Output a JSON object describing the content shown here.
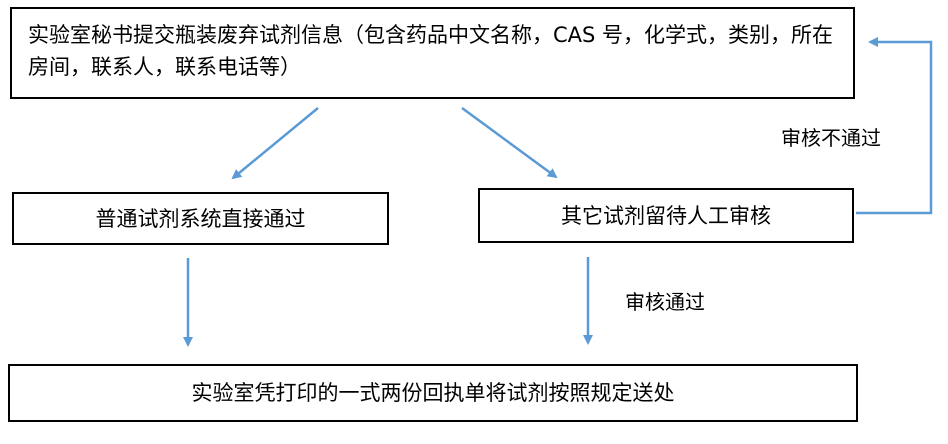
{
  "nodes": {
    "submit": "实验室秘书提交瓶装废弃试剂信息（包含药品中文名称，CAS 号，化学式，类别，所在房间，联系人，联系电话等）",
    "normal": "普通试剂系统直接通过",
    "other": "其它试剂留待人工审核",
    "print": "实验室凭打印的一式两份回执单将试剂按照规定送处"
  },
  "edges": {
    "reject_label": "审核不通过",
    "approve_label": "审核通过"
  },
  "colors": {
    "arrow": "#5b9bd5",
    "border": "#000000"
  }
}
